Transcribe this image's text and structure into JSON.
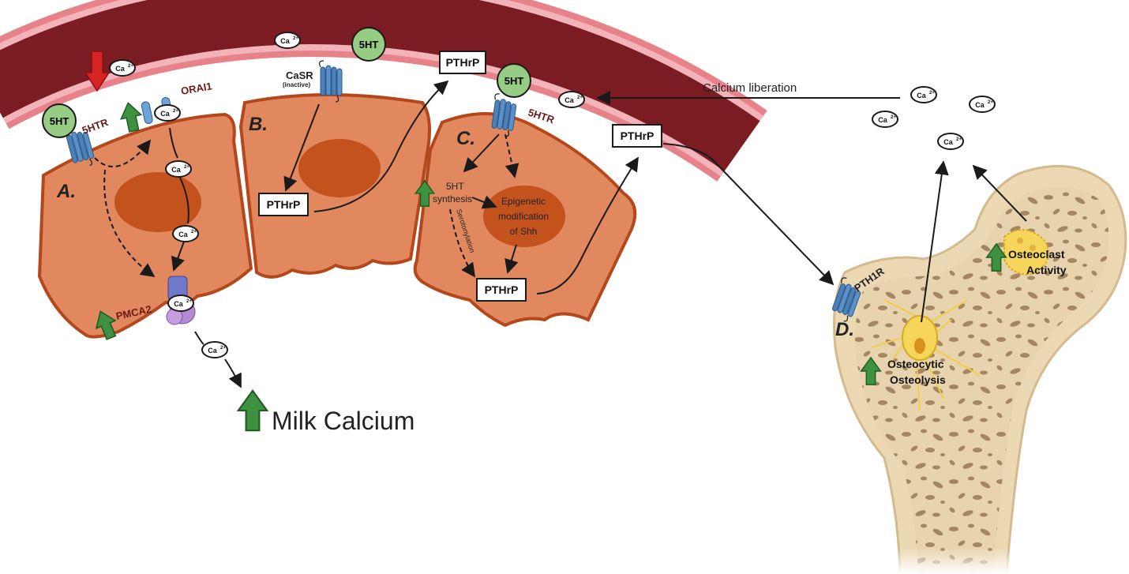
{
  "labels": {
    "ca": "Ca",
    "ca_sup": "2+",
    "sht": "5HT",
    "pthrp": "PTHrP",
    "receptor_5htr": "5HTR",
    "orai1": "ORAI1",
    "casr": "CaSR",
    "casr_state": "(inactive)",
    "pmca2": "PMCA2",
    "pth1r": "PTH1R",
    "letter_a": "A.",
    "letter_b": "B.",
    "letter_c": "C.",
    "letter_d": "D.",
    "synthesis_1": "5HT",
    "synthesis_2": "synthesis",
    "serotonylation": "Serotonylation",
    "epigenetic_1": "Epigenetic",
    "epigenetic_2": "modification",
    "epigenetic_3": "of Shh",
    "calcium_liberation": "Calcium liberation",
    "milk_calcium": "Milk Calcium",
    "osteoclast_1": "Osteoclast",
    "osteoclast_2": "Activity",
    "osteocytic_1": "Osteocytic",
    "osteocytic_2": "Osteolysis"
  },
  "colors": {
    "vessel_outer": "#e8828a",
    "vessel_inner": "#7b1c22",
    "cell_fill": "#e2885e",
    "cell_stroke": "#b4471b",
    "nucleus": "#c4521c",
    "receptor_blue": "#4b80b8",
    "green_arrow": "#3e9140",
    "red_arrow": "#d62424",
    "sht_circle": "#96cc84",
    "bone_fill": "#ecd8b3",
    "bone_trabecular": "#a48660"
  },
  "icons": {
    "receptor": "gpcr-receptor-icon",
    "channel": "orai1-channel-icon",
    "pump": "pmca2-pump-icon",
    "osteocyte": "osteocyte-cell-icon",
    "osteoclast": "osteoclast-cell-icon"
  }
}
